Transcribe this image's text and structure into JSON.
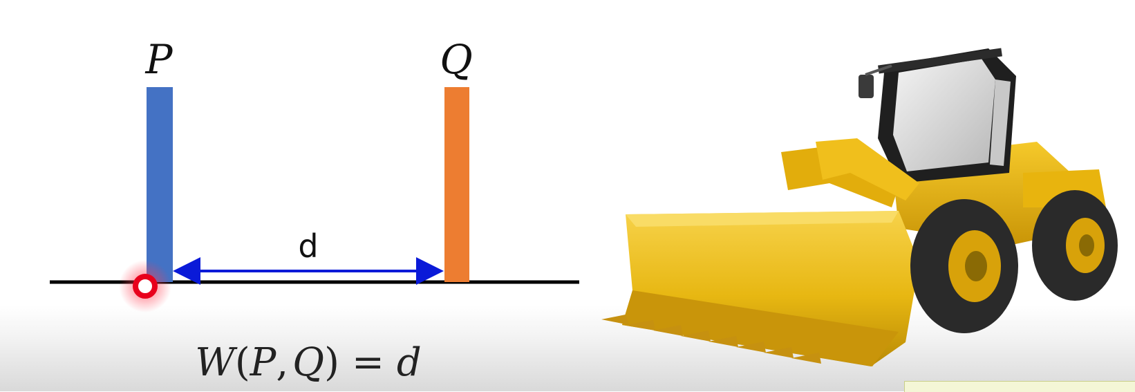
{
  "labels": {
    "p": "P",
    "q": "Q",
    "d": "d"
  },
  "formula": {
    "w": "W",
    "open": "(",
    "p": "P",
    "comma": ",",
    "q": "Q",
    "close": ")",
    "eq": "=",
    "d": "d"
  },
  "colors": {
    "p_bar": "#4472c4",
    "q_bar": "#ed7d31",
    "arrow": "#0a1ad8",
    "marker": "#e8001c",
    "machine_body": "#f2b70d",
    "tire": "#2a2a2a"
  },
  "icons": {
    "machine": "wheel-loader-illustration",
    "cursor": "red-pointer-marker"
  }
}
